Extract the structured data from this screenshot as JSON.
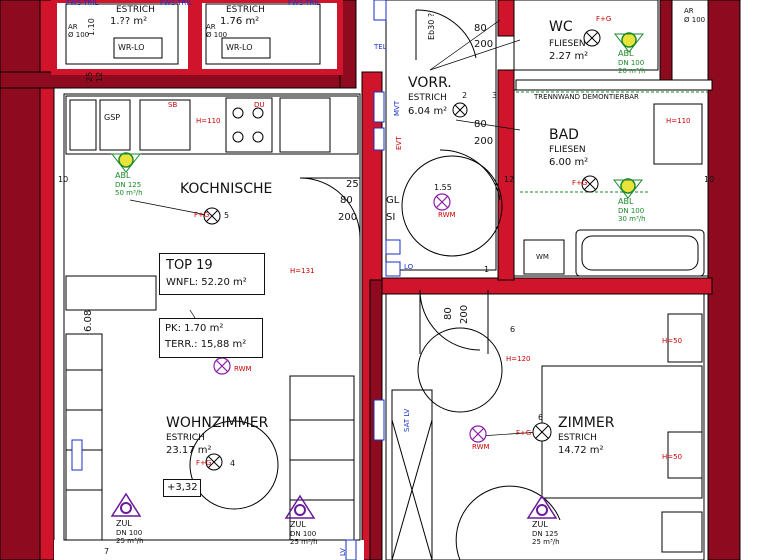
{
  "rooms": {
    "wc": {
      "name": "WC",
      "finish": "FLIESEN",
      "area": "2.27 m²"
    },
    "bad": {
      "name": "BAD",
      "finish": "FLIESEN",
      "area": "6.00 m²"
    },
    "vorr": {
      "name": "VORR.",
      "finish": "ESTRICH",
      "area": "6.04 m²"
    },
    "kochnische": {
      "name": "KOCHNISCHE"
    },
    "wohnzimmer": {
      "name": "WOHNZIMMER",
      "finish": "ESTRICH",
      "area": "23.17 m²"
    },
    "zimmer": {
      "name": "ZIMMER",
      "finish": "ESTRICH",
      "area": "14.72 m²"
    },
    "top_left_1": {
      "finish": "ESTRICH",
      "area": "1.?? m²"
    },
    "top_left_2": {
      "finish": "ESTRICH",
      "area": "1.76 m²"
    }
  },
  "unit_box": {
    "title": "TOP 19",
    "wnfl": "WNFL: 52.20 m²"
  },
  "outdoor_box": {
    "pk": "PK: 1.70 m²",
    "terr": "TERR.: 15,88 m²"
  },
  "level": "+3,32",
  "trennwand": "TRENNWAND DEMONTIERBAR",
  "fws_labels": [
    "FWS-TRIL",
    "FWS-TRIL",
    "FWS-TRIL"
  ],
  "wrlo": [
    "WR-LO",
    "WR-LO"
  ],
  "ar_labels": {
    "ar1": "AR",
    "ar1_dim": "Ø 100",
    "ar2": "AR",
    "ar2_dim": "Ø 100",
    "ar3": "AR",
    "ar3_dim": "Ø 100"
  },
  "doors": {
    "d1_w": "80",
    "d1_h": "200",
    "d2_w": "80",
    "d2_h": "200",
    "d3_w": "80",
    "d3_h": "200",
    "d4_w": "80",
    "d4_h": "200",
    "d5_gl": "GL",
    "d5_si": "SI",
    "d5_25": "25",
    "d5_num": "1.55"
  },
  "vent": {
    "abl1": "ABL",
    "abl1_dn": "DN 100",
    "abl1_flow": "20 m³/h",
    "abl2": "ABL",
    "abl2_dn": "DN 100",
    "abl2_flow": "30 m³/h",
    "abl3": "ABL",
    "abl3_dn": "DN 125",
    "abl3_flow": "50 m³/h",
    "zul1": "ZUL",
    "zul1_dn": "DN 100",
    "zul1_flow": "25 m³/h",
    "zul2": "ZUL",
    "zul2_dn": "DN 100",
    "zul2_flow": "25 m³/h",
    "zul3": "ZUL",
    "zul3_dn": "DN 125",
    "zul3_flow": "25 m³/h"
  },
  "rwm": [
    "RWM",
    "RWM",
    "RWM"
  ],
  "dims": {
    "d610": "6.08",
    "d25": "25",
    "d12": "12",
    "d10": "10",
    "d12b": "12",
    "d10b": "10",
    "d110": "1.10",
    "eb": "Eb30 ?"
  },
  "tags": {
    "gsp": "GSP",
    "sb": "SB",
    "h110": "H=110",
    "du": "DU",
    "lo": "LO",
    "mvt": "MVT",
    "evt": "EVT",
    "tel": "TEL",
    "wm": "WM",
    "h131": "H=131",
    "h120": "H=120",
    "h50a": "H=50",
    "h50b": "H=50",
    "h110b": "H=110",
    "sat": "SAT LV",
    "lv": "LV"
  },
  "fg": [
    "F+G",
    "F+G",
    "F+G",
    "F+G",
    "F+G"
  ],
  "nums": {
    "n5": "5",
    "n4": "4",
    "n3": "3",
    "n6": "6",
    "n6b": "6",
    "n1": "1",
    "n2": "2",
    "n7": "7"
  }
}
